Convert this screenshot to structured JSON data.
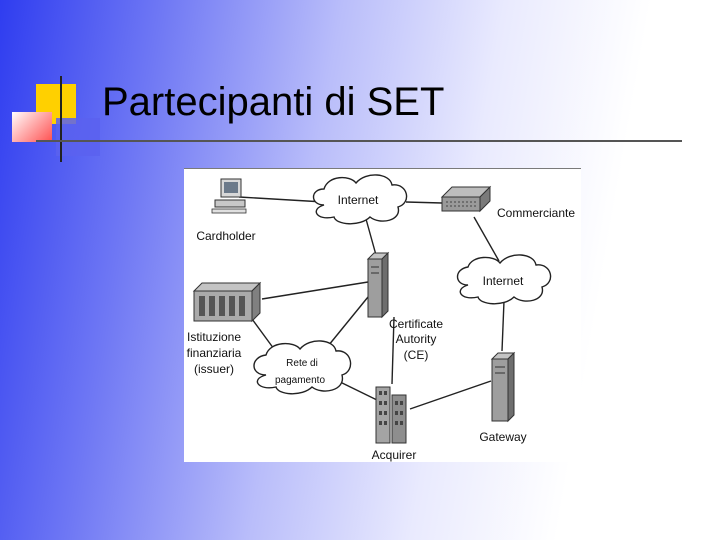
{
  "slide": {
    "title": "Partecipanti di SET"
  },
  "diagram": {
    "labels": {
      "internet_1": "Internet",
      "internet_2": "Internet",
      "cardholder": "Cardholder",
      "commerciante": "Commerciante",
      "istituzione_1": "Istituzione",
      "istituzione_2": "finanziaria",
      "istituzione_3": "(issuer)",
      "ca_1": "Certificate",
      "ca_2": "Autority",
      "ca_3": "(CE)",
      "rete_1": "Rete di",
      "rete_2": "pagamento",
      "acquirer": "Acquirer",
      "gateway": "Gateway"
    }
  }
}
